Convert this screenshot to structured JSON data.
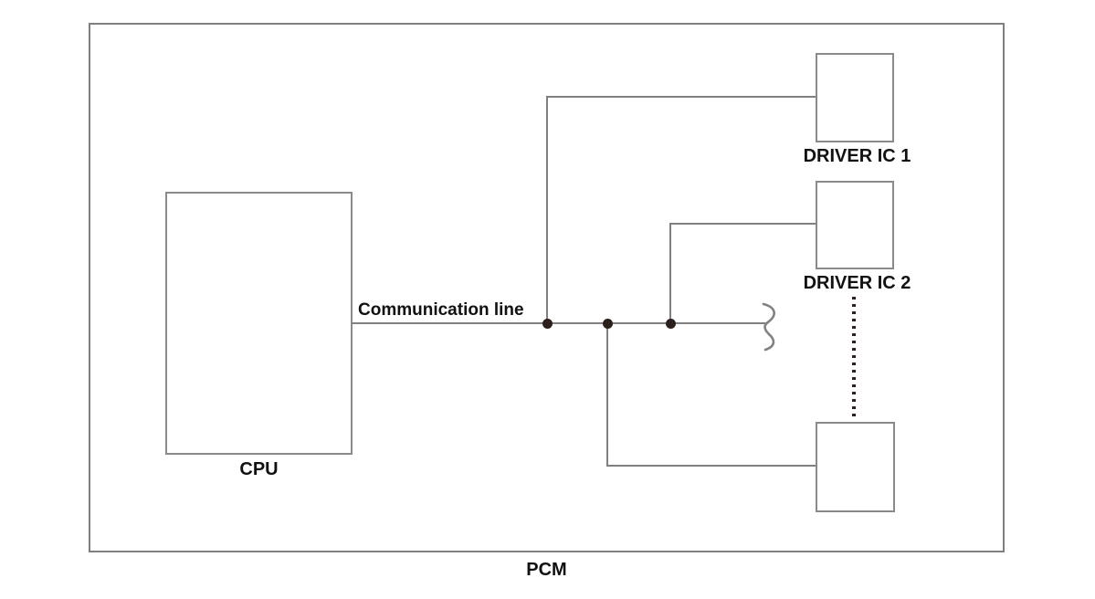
{
  "diagram": {
    "title": "PCM",
    "cpu": {
      "label": "CPU"
    },
    "bus": {
      "label": "Communication line"
    },
    "driver_ics": [
      {
        "label": "DRIVER IC 1"
      },
      {
        "label": "DRIVER IC 2"
      },
      {
        "label": ""
      }
    ],
    "notes": {
      "continuation": "vertical dotted line between DRIVER IC 2 and unlabeled driver box",
      "bus_break": "squiggle break symbol at right end of communication line"
    }
  },
  "colors": {
    "background": "#ffffff",
    "wire": "#808080",
    "box_border": "#8a8a8a",
    "junction_dot": "#2b201c",
    "text": "#111111"
  }
}
